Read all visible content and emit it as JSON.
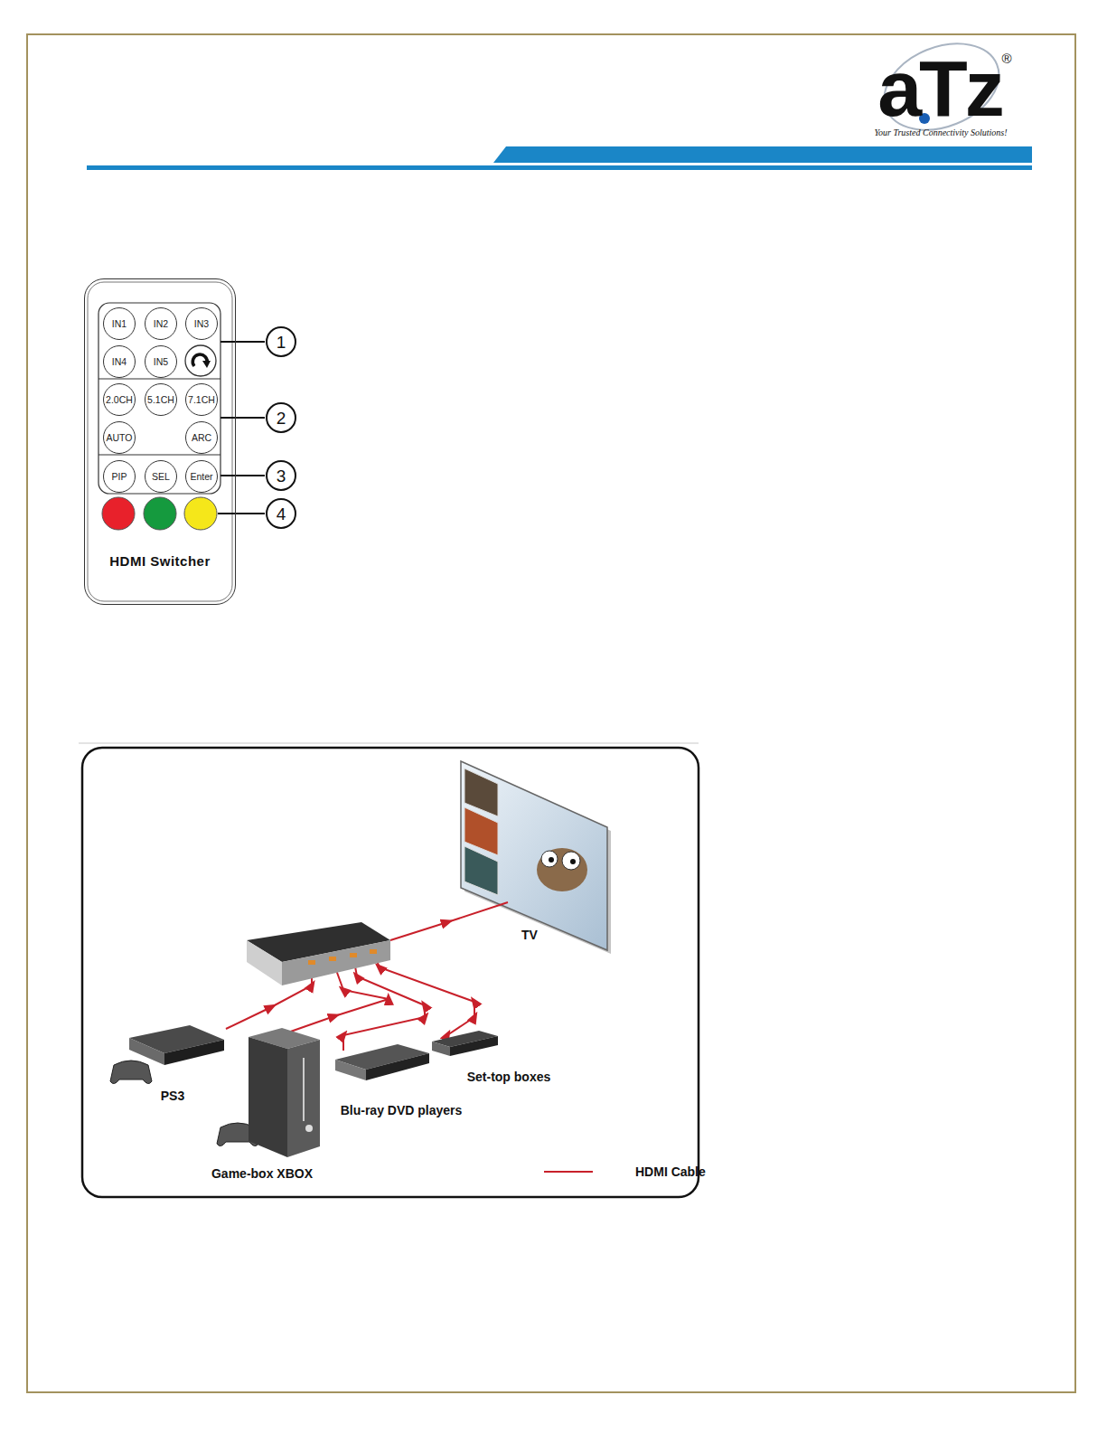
{
  "diagram": {
    "nodes": [
      {
        "text": [
          "HDMI Switcher"
        ]
      },
      {
        "text": [
          "IN1"
        ],
        "in": 0
      },
      {
        "text": [
          "IN2"
        ],
        "in": 0
      },
      {
        "text": [
          "IN3"
        ],
        "in": 0
      },
      {
        "text": [
          "IN4"
        ],
        "in": 0
      },
      {
        "text": [
          "IN5"
        ],
        "in": 0
      },
      {
        "text": [
          "2.0CH"
        ],
        "in": 0
      },
      {
        "text": [
          "5.1CH"
        ],
        "in": 0
      },
      {
        "text": [
          "7.1CH"
        ],
        "in": 0
      },
      {
        "text": [
          "AUTO"
        ],
        "in": 0
      },
      {
        "text": [
          "ARC"
        ],
        "in": 0
      },
      {
        "text": [
          "PIP"
        ],
        "in": 0
      },
      {
        "text": [
          "SEL"
        ],
        "in": 0
      },
      {
        "text": [
          "Enter"
        ],
        "in": 0
      },
      {
        "text": [
          "TV"
        ]
      },
      {
        "text": [
          "PS3"
        ]
      },
      {
        "text": [
          "Game-box XBOX"
        ]
      },
      {
        "text": [
          "Blu-ray DVD players"
        ]
      },
      {
        "text": [
          "Set-top boxes"
        ]
      }
    ],
    "labels": [
      "aTz",
      "®",
      "Your Trusted Connectivity Solutions!",
      "1",
      "2",
      "3",
      "4"
    ],
    "legend": [
      {
        "text": "HDMI Cable"
      }
    ]
  }
}
